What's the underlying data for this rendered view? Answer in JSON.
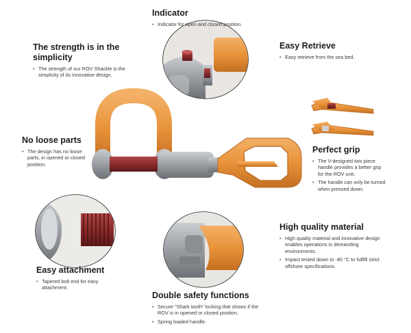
{
  "features": {
    "indicator": {
      "title": "Indicator",
      "bullets": [
        "Indicator for open and closed position."
      ]
    },
    "strength": {
      "title": "The strength is in the simplicity",
      "bullets": [
        "The strength of our ROV Shackle is the simplicity of its innovative design."
      ]
    },
    "retrieve": {
      "title": "Easy Retrieve",
      "bullets": [
        "Easy retrieve from the sea bed."
      ]
    },
    "loose": {
      "title": "No loose parts",
      "bullets": [
        "The design has no loose parts, in opened or closed position."
      ]
    },
    "grip": {
      "title": "Perfect grip",
      "bullets": [
        "The V-designed  two piece handle provides a better grip for the ROV unit.",
        "The handle can only be turned when pressed down."
      ]
    },
    "material": {
      "title": "High quality material",
      "bullets": [
        "High quality material and innovative design enables operations in demanding environments.",
        "Impact tested down to -40 °C to fullfill strict offshore specifications."
      ]
    },
    "attachment": {
      "title": "Easy attachment",
      "bullets": [
        "Tapered bolt end for easy attachment."
      ]
    },
    "safety": {
      "title": "Double safety functions",
      "bullets": [
        "Secure \"Shark tooth\" locking that shows if the ROV is in opened or closed position.",
        "Spring loaded handle."
      ]
    }
  },
  "colors": {
    "shackle_orange": "#e8933a",
    "body_grey": "#9a9ea3",
    "bolt_red": "#8a2b2b",
    "text_dark": "#1c1c1c"
  }
}
